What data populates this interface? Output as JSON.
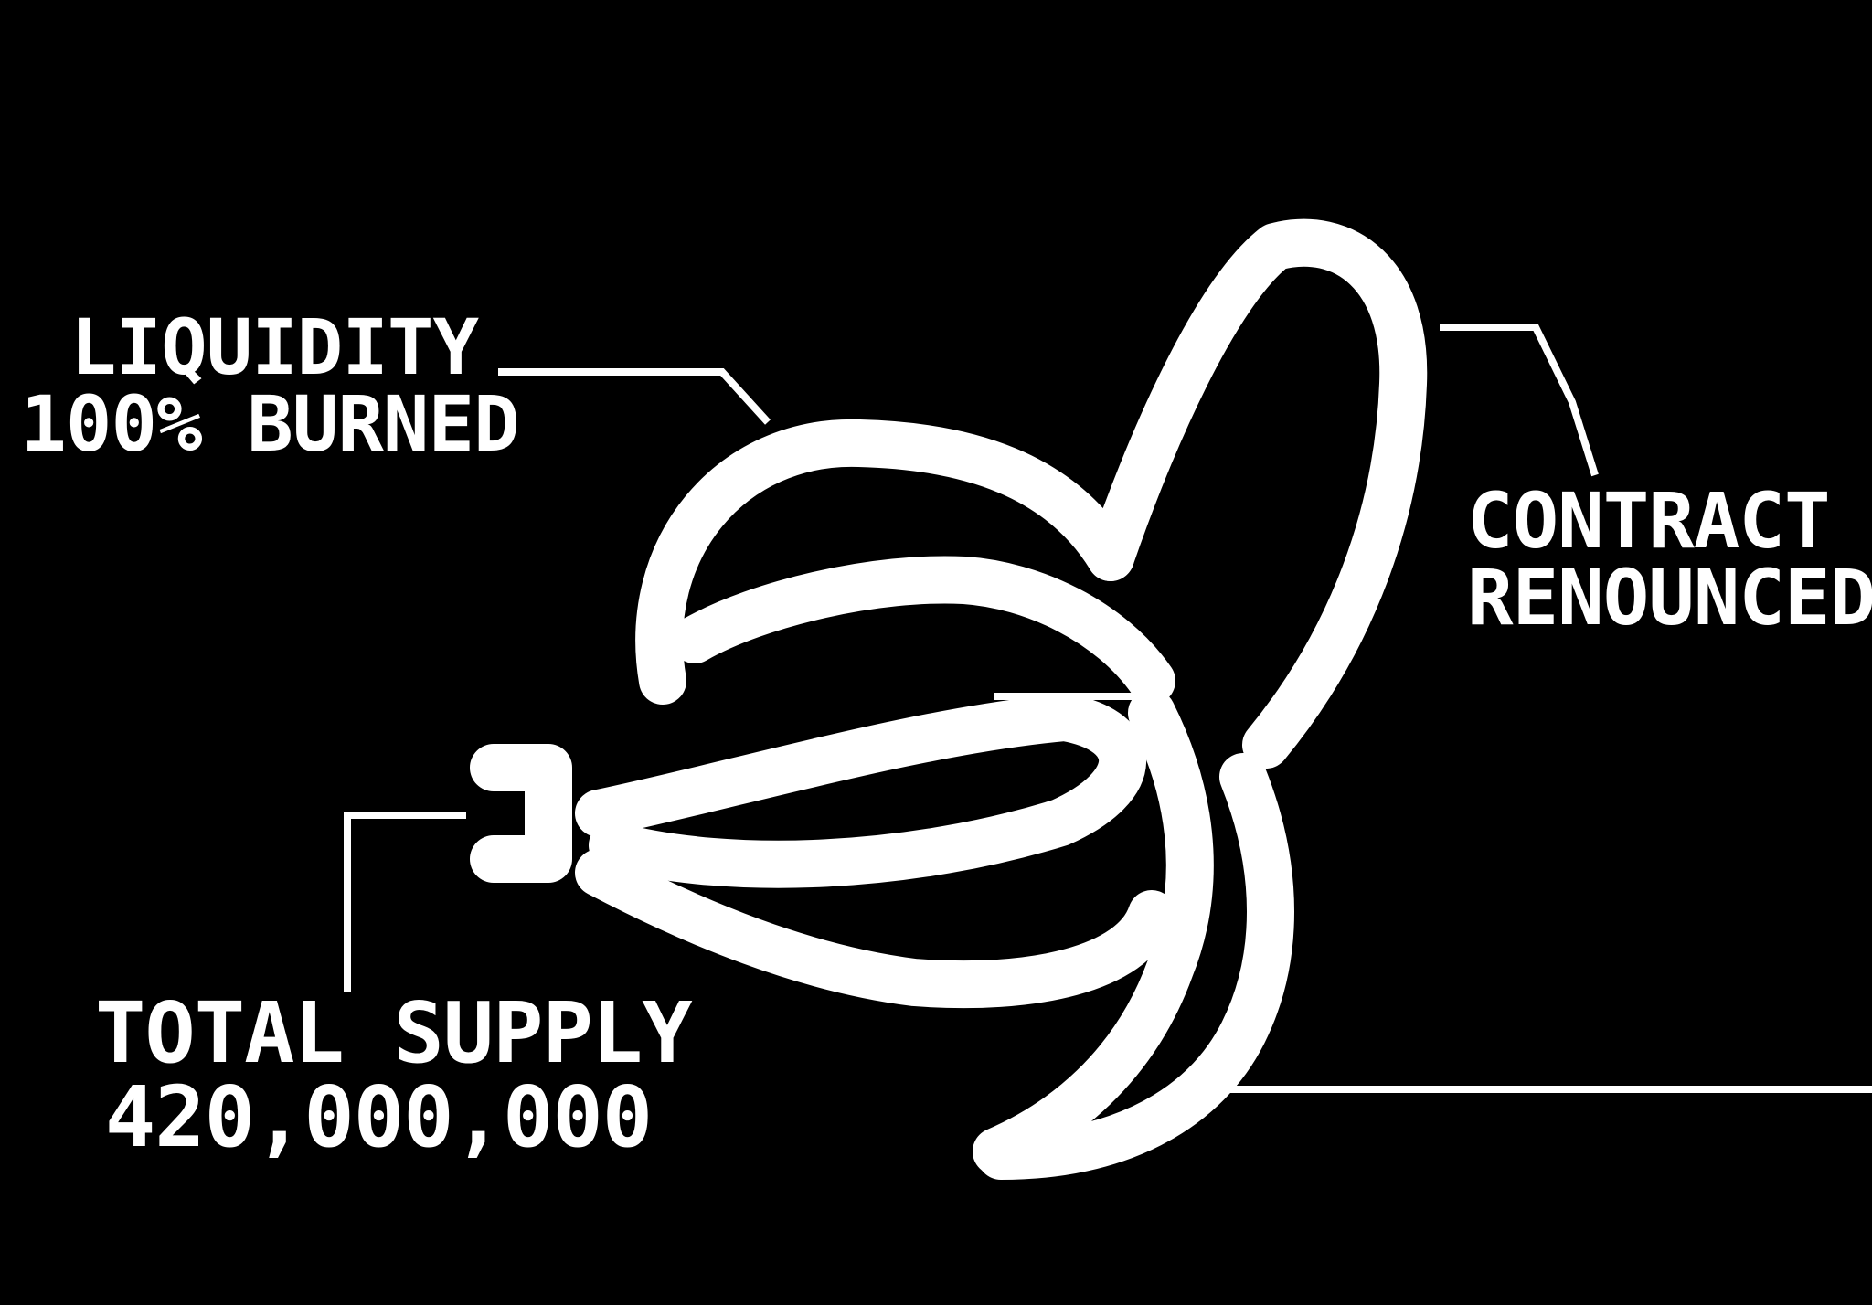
{
  "colors": {
    "background": "#000000",
    "foreground": "#ffffff"
  },
  "callouts": {
    "liquidity": {
      "line1": "LIQUIDITY",
      "line2": "100% BURNED"
    },
    "contract": {
      "line1": "CONTRACT",
      "line2": "RENOUNCED"
    },
    "supply": {
      "line1": "TOTAL SUPPLY",
      "line2": "420,000,000"
    }
  },
  "icon": {
    "name": "banana-icon"
  }
}
